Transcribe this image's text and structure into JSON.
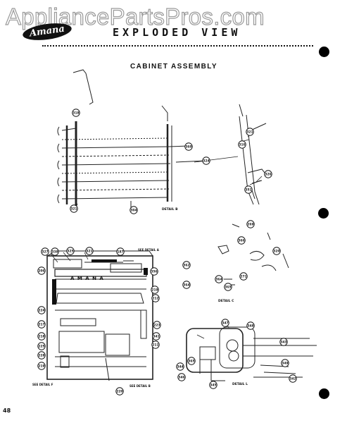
{
  "watermark": "AppliancePartsPros.com",
  "logo_text": "Amana",
  "header_title": "EXPLODED VIEW",
  "section_title": "CABINET ASSEMBLY",
  "cabinet_brand": "A M A N A",
  "detail_labels": {
    "detail_b": "DETAIL B",
    "detail_c": "DETAIL C",
    "detail_l": "DETAIL L",
    "see_detail_a": "SEE DETAIL A",
    "see_detail_f": "SEE DETAIL F",
    "see_detail_b": "SEE DETAIL B"
  },
  "page_number": "48",
  "callouts": {
    "b1": "318",
    "b2": "321",
    "b3": "304",
    "b4": "360",
    "b5": "324",
    "b6": "321",
    "b7": "316",
    "b8": "326",
    "b9": "351",
    "c1": "269",
    "c2": "366",
    "c3": "320",
    "c4": "362",
    "c5": "364",
    "c6": "271",
    "c7": "365",
    "c8": "364",
    "m1": "327",
    "m2": "338",
    "m3": "325",
    "m4": "321",
    "m5": "187",
    "m6": "206",
    "m7": "356",
    "m8": "219",
    "m9": "212",
    "m10": "224",
    "m11": "217",
    "m12": "223",
    "m13": "218",
    "m14": "341",
    "m15": "225",
    "m16": "211",
    "m17": "228",
    "m18": "219",
    "m19": "220",
    "l1": "347",
    "l2": "348",
    "l3": "343",
    "l4": "344",
    "l5": "346",
    "l6": "345",
    "l7": "349",
    "l8": "342",
    "l9": "365"
  }
}
